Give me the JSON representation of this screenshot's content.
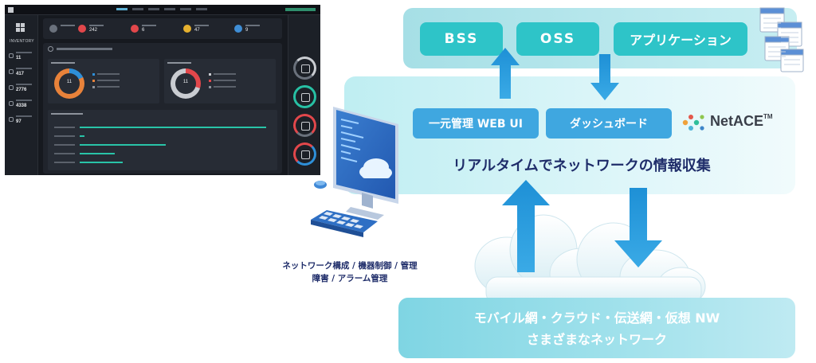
{
  "dashboard": {
    "sidebar_header": "INVENTORY",
    "sidebar_values": [
      "11",
      "417",
      "2776",
      "4338",
      "97"
    ],
    "stat_values": [
      "242",
      "6",
      "47",
      "9"
    ],
    "donut_values": [
      "11",
      "11"
    ]
  },
  "top_layer": {
    "bss": "BSS",
    "oss": "OSS",
    "application": "アプリケーション"
  },
  "middle_layer": {
    "web_ui": "一元管理 WEB UI",
    "dashboard": "ダッシュボード",
    "logo_name": "NetACE",
    "logo_tm": "TM",
    "title": "リアルタイムでネットワークの情報収集"
  },
  "bottom_layer": {
    "line1": "モバイル網・クラウド・伝送網・仮想 NW",
    "line2": "さまざまなネットワーク"
  },
  "operator_caption": {
    "line1": "ネットワーク構成 / 機器制御 / 管理",
    "line2": "障害 / アラーム管理"
  },
  "colors": {
    "teal_button": "#2ec4c8",
    "blue_button": "#3fa7e0",
    "arrow": "#1e90d6",
    "title_text": "#1f2d6a"
  }
}
